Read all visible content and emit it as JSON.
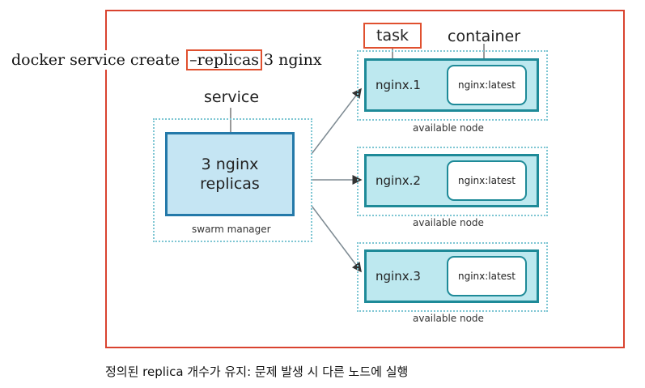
{
  "command": {
    "prefix": "docker service create ",
    "highlight": "–replicas",
    "suffix": "3 nginx"
  },
  "labels": {
    "service": "service",
    "task": "task",
    "container": "container"
  },
  "manager": {
    "line1": "3 nginx",
    "line2": "replicas",
    "caption": "swarm manager"
  },
  "nodes": [
    {
      "task": "nginx.1",
      "container": "nginx:latest",
      "caption": "available node"
    },
    {
      "task": "nginx.2",
      "container": "nginx:latest",
      "caption": "available node"
    },
    {
      "task": "nginx.3",
      "container": "nginx:latest",
      "caption": "available node"
    }
  ],
  "caption": "정의된 replica 개수가 유지: 문제 발생 시 다른 노드에 실행",
  "colors": {
    "frame": "#d9432f",
    "highlight": "#e0502f",
    "manager_fill": "#c5e5f3",
    "manager_border": "#2479a9",
    "node_fill": "#bde8ef",
    "node_border": "#1e8a98",
    "dotted_outline": "#7ec6d3",
    "arrow": "#7d8a92"
  }
}
